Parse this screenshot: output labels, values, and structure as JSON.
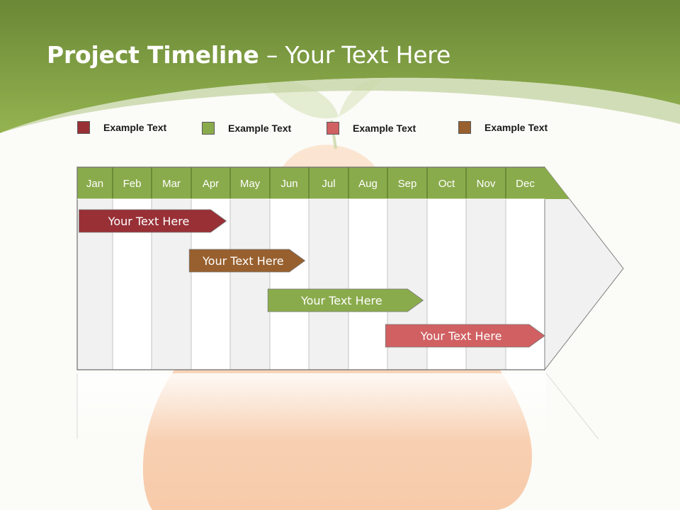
{
  "slide": {
    "title_bold": "Project Timeline",
    "title_rest": " – Your Text Here"
  },
  "legend": [
    {
      "label": "Example Text",
      "color": "#983036"
    },
    {
      "label": "Example Text",
      "color": "#8aab4c"
    },
    {
      "label": "Example Text",
      "color": "#d06062"
    },
    {
      "label": "Example Text",
      "color": "#98602e"
    }
  ],
  "timeline": {
    "months": [
      "Jan",
      "Feb",
      "Mar",
      "Apr",
      "May",
      "Jun",
      "Jul",
      "Aug",
      "Sep",
      "Oct",
      "Nov",
      "Dec"
    ],
    "header_color": "#8aab4c",
    "tasks": [
      {
        "label": "Your  Text Here",
        "color": "#983036",
        "start_month": 0.05,
        "end_month": 3.9
      },
      {
        "label": "Your  Text Here",
        "color": "#98602e",
        "start_month": 2.95,
        "end_month": 5.9
      },
      {
        "label": "Your  Text Here",
        "color": "#8aab4c",
        "start_month": 4.95,
        "end_month": 8.9
      },
      {
        "label": "Your  Text Here",
        "color": "#d06062",
        "start_month": 7.95,
        "end_month": 12.0
      }
    ]
  },
  "colors": {
    "banner": "#7f9f3e",
    "banner_dark": "#6c8a33",
    "fruit": "#f7c7a4"
  }
}
